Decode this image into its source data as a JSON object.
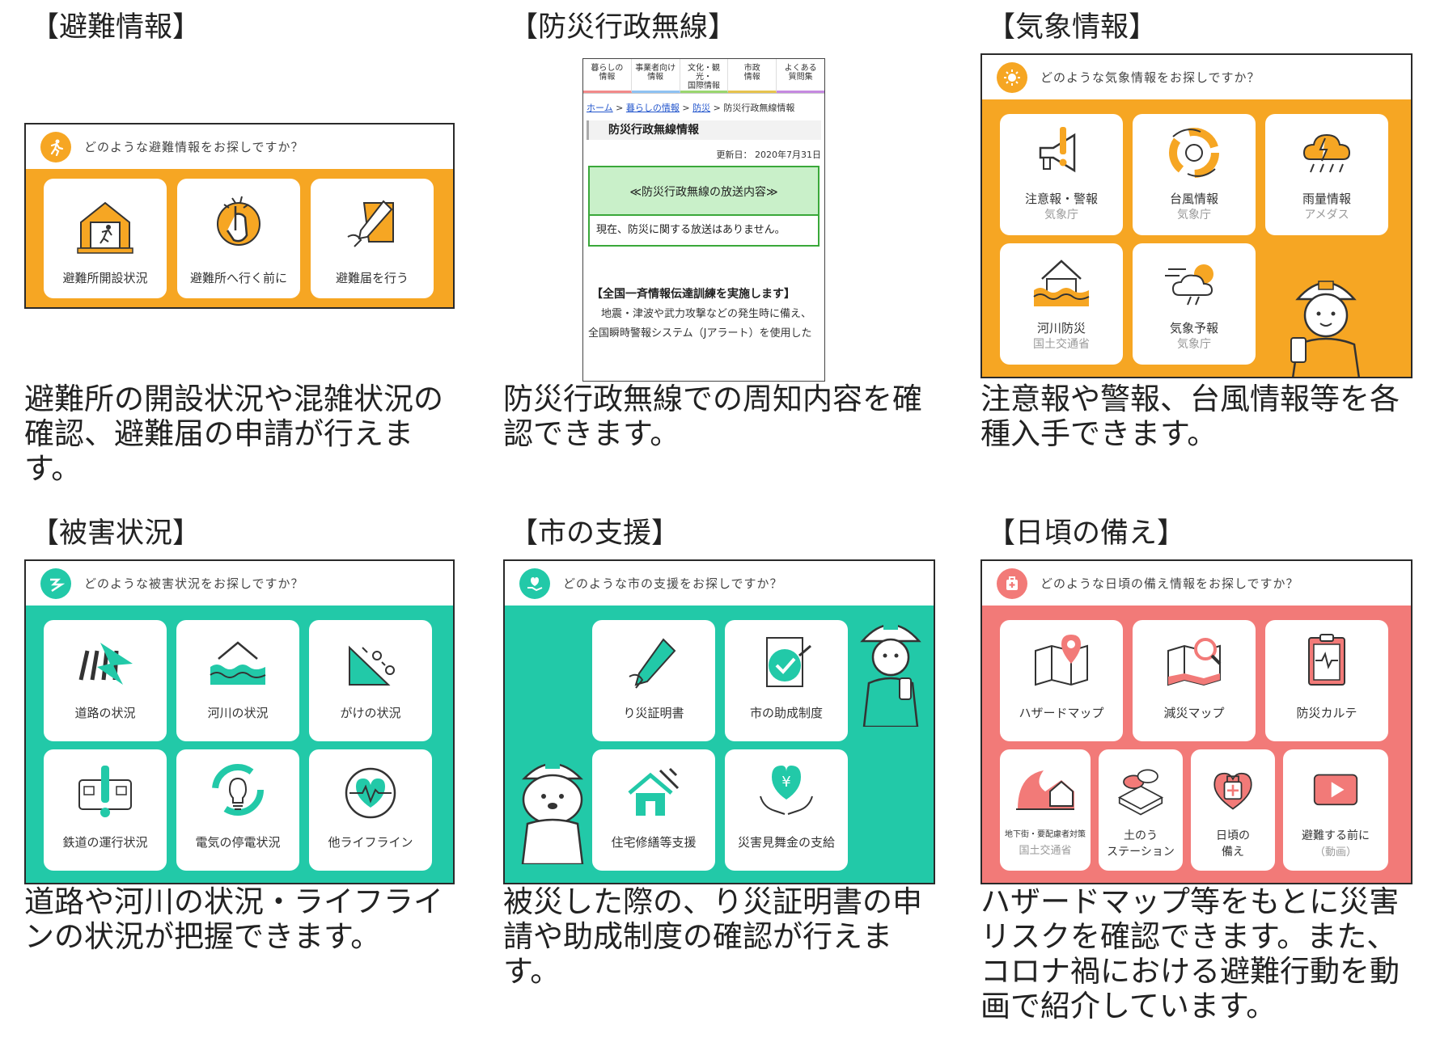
{
  "sections": {
    "evac": {
      "title": "【避難情報】",
      "header": "どのような避難情報をお探しですか？",
      "tiles": [
        {
          "label": "避難所開設状況"
        },
        {
          "label": "避難所へ行く前に"
        },
        {
          "label": "避難届を行う"
        }
      ],
      "description": "避難所の開設状況や混雑状況の確認、避難届の申請が行えます。"
    },
    "radio": {
      "title": "【防災行政無線】",
      "nav": [
        "暮らしの\n情報",
        "事業者向け\n情報",
        "文化・観光・\n国際情報",
        "市政\n情報",
        "よくある\n質問集"
      ],
      "breadcrumb": {
        "home": "ホーム",
        "life": "暮らしの情報",
        "bousai": "防災",
        "current": "防災行政無線情報"
      },
      "page_title": "防災行政無線情報",
      "updated": "更新日： 2020年7月31日",
      "broadcast_heading": "≪防災行政無線の放送内容≫",
      "broadcast_body": "現在、防災に関する放送はありません。",
      "notice_title": "【全国一斉情報伝達訓練を実施します】",
      "notice_line1": "地震・津波や武力攻撃などの発生時に備え、",
      "notice_line2": "全国瞬時警報システム（Jアラート）を使用した",
      "description": "防災行政無線での周知内容を確認できます。"
    },
    "weather": {
      "title": "【気象情報】",
      "header": "どのような気象情報をお探しですか？",
      "tiles": [
        {
          "label": "注意報・警報",
          "sub": "気象庁"
        },
        {
          "label": "台風情報",
          "sub": "気象庁"
        },
        {
          "label": "雨量情報",
          "sub": "アメダス"
        },
        {
          "label": "河川防災",
          "sub": "国土交通省"
        },
        {
          "label": "気象予報",
          "sub": "気象庁"
        }
      ],
      "description": "注意報や警報、台風情報等を各種入手できます。"
    },
    "damage": {
      "title": "【被害状況】",
      "header": "どのような被害状況をお探しですか？",
      "tiles": [
        {
          "label": "道路の状況"
        },
        {
          "label": "河川の状況"
        },
        {
          "label": "がけの状況"
        },
        {
          "label": "鉄道の運行状況"
        },
        {
          "label": "電気の停電状況"
        },
        {
          "label": "他ライフライン"
        }
      ],
      "description": "道路や河川の状況・ライフラインの状況が把握できます。"
    },
    "support": {
      "title": "【市の支援】",
      "header": "どのような市の支援をお探しですか？",
      "tiles": [
        {
          "label": "り災証明書"
        },
        {
          "label": "市の助成制度"
        },
        {
          "label": "住宅修繕等支援"
        },
        {
          "label": "災害見舞金の支給"
        }
      ],
      "description": "被災した際の、り災証明書の申請や助成制度の確認が行えます。"
    },
    "prep": {
      "title": "【日頃の備え】",
      "header": "どのような日頃の備え情報をお探しですか？",
      "tiles": [
        {
          "label": "ハザードマップ"
        },
        {
          "label": "減災マップ"
        },
        {
          "label": "防災カルテ"
        },
        {
          "label": "地下街・要配慮者対策",
          "sub": "国土交通省"
        },
        {
          "label": "土のう",
          "sub": "ステーション"
        },
        {
          "label": "日頃の",
          "sub": "備え"
        },
        {
          "label": "避難する前に",
          "sub": "（動画）"
        }
      ],
      "description": "ハザードマップ等をもとに災害リスクを確認できます。また、コロナ禍における避難行動を動画で紹介しています。"
    }
  },
  "colors": {
    "orange": "#f6a623",
    "teal": "#22c9a8",
    "coral": "#f27a78",
    "green_box": "#c9f0c9"
  }
}
